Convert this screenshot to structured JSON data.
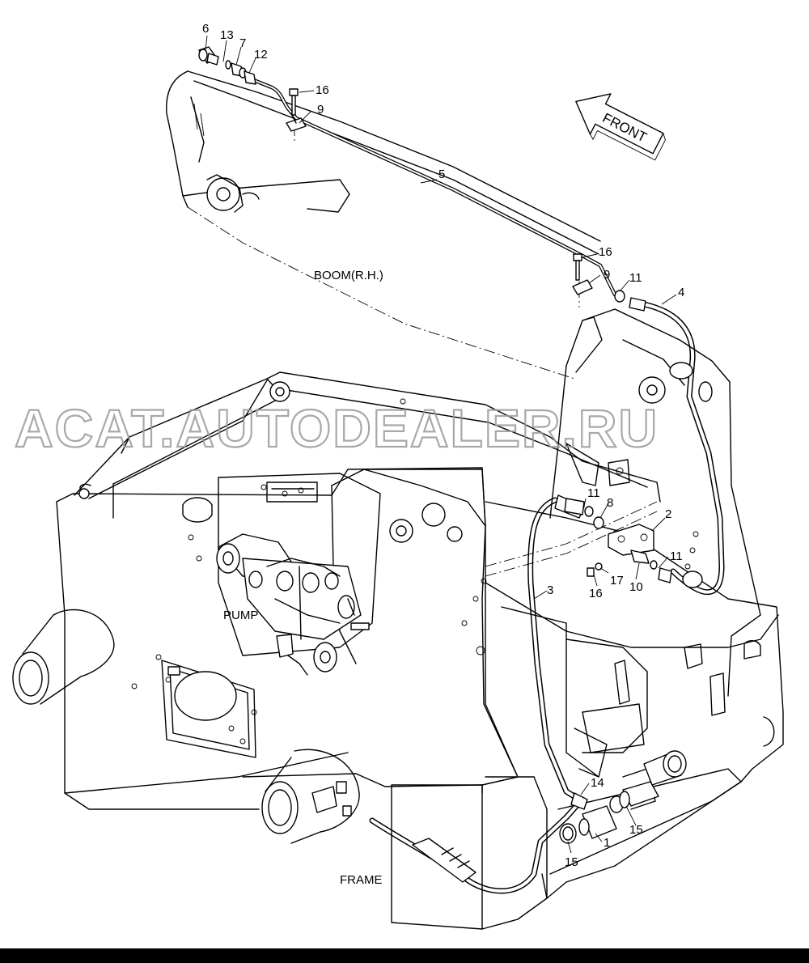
{
  "callouts": [
    {
      "id": "c6",
      "text": "6"
    },
    {
      "id": "c13",
      "text": "13"
    },
    {
      "id": "c7",
      "text": "7"
    },
    {
      "id": "c12",
      "text": "12"
    },
    {
      "id": "c16a",
      "text": "16"
    },
    {
      "id": "c9a",
      "text": "9"
    },
    {
      "id": "c5",
      "text": "5"
    },
    {
      "id": "c16b",
      "text": "16"
    },
    {
      "id": "c9b",
      "text": "9"
    },
    {
      "id": "c11a",
      "text": "11"
    },
    {
      "id": "c4",
      "text": "4"
    },
    {
      "id": "c11b",
      "text": "11"
    },
    {
      "id": "c8",
      "text": "8"
    },
    {
      "id": "c2",
      "text": "2"
    },
    {
      "id": "c11c",
      "text": "11"
    },
    {
      "id": "c17",
      "text": "17"
    },
    {
      "id": "c10",
      "text": "10"
    },
    {
      "id": "c16c",
      "text": "16"
    },
    {
      "id": "c3",
      "text": "3"
    },
    {
      "id": "c14",
      "text": "14"
    },
    {
      "id": "c15a",
      "text": "15"
    },
    {
      "id": "c1",
      "text": "1"
    },
    {
      "id": "c15b",
      "text": "15"
    }
  ],
  "labels": {
    "boom": "BOOM(R.H.)",
    "pump": "PUMP",
    "frame": "FRAME",
    "front": "FRONT"
  },
  "watermark": "ACAT.AUTODEALER.RU",
  "colors": {
    "line": "#000000",
    "background": "#ffffff",
    "watermark": "#9a9a9a"
  }
}
